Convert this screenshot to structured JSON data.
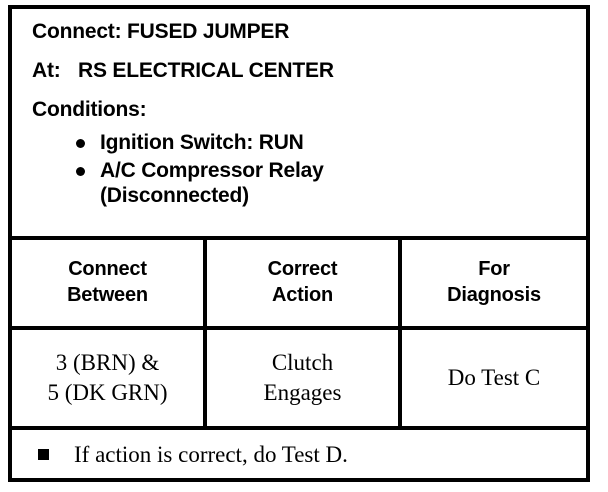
{
  "panel": {
    "connect": {
      "label": "Connect:",
      "value": "FUSED JUMPER"
    },
    "at": {
      "label": "At:",
      "value": "RS ELECTRICAL CENTER"
    },
    "conditions_label": "Conditions:",
    "conditions": [
      {
        "text": "Ignition Switch: RUN",
        "bullet": "round-bullet-icon"
      },
      {
        "text": "A/C Compressor Relay",
        "continuation": "(Disconnected)",
        "bullet": "round-bullet-icon"
      }
    ]
  },
  "table": {
    "headers": [
      {
        "line1": "Connect",
        "line2": "Between"
      },
      {
        "line1": "Correct",
        "line2": "Action"
      },
      {
        "line1": "For",
        "line2": "Diagnosis"
      }
    ],
    "rows": [
      {
        "connect_between_line1": "3 (BRN) &",
        "connect_between_line2": "5 (DK GRN)",
        "correct_action_line1": "Clutch",
        "correct_action_line2": "Engages",
        "for_diagnosis": "Do Test C"
      }
    ]
  },
  "footer": {
    "bullet": "square-bullet-icon",
    "text": "If action is correct, do Test D."
  },
  "colors": {
    "ink": "#000000",
    "paper": "#ffffff"
  }
}
